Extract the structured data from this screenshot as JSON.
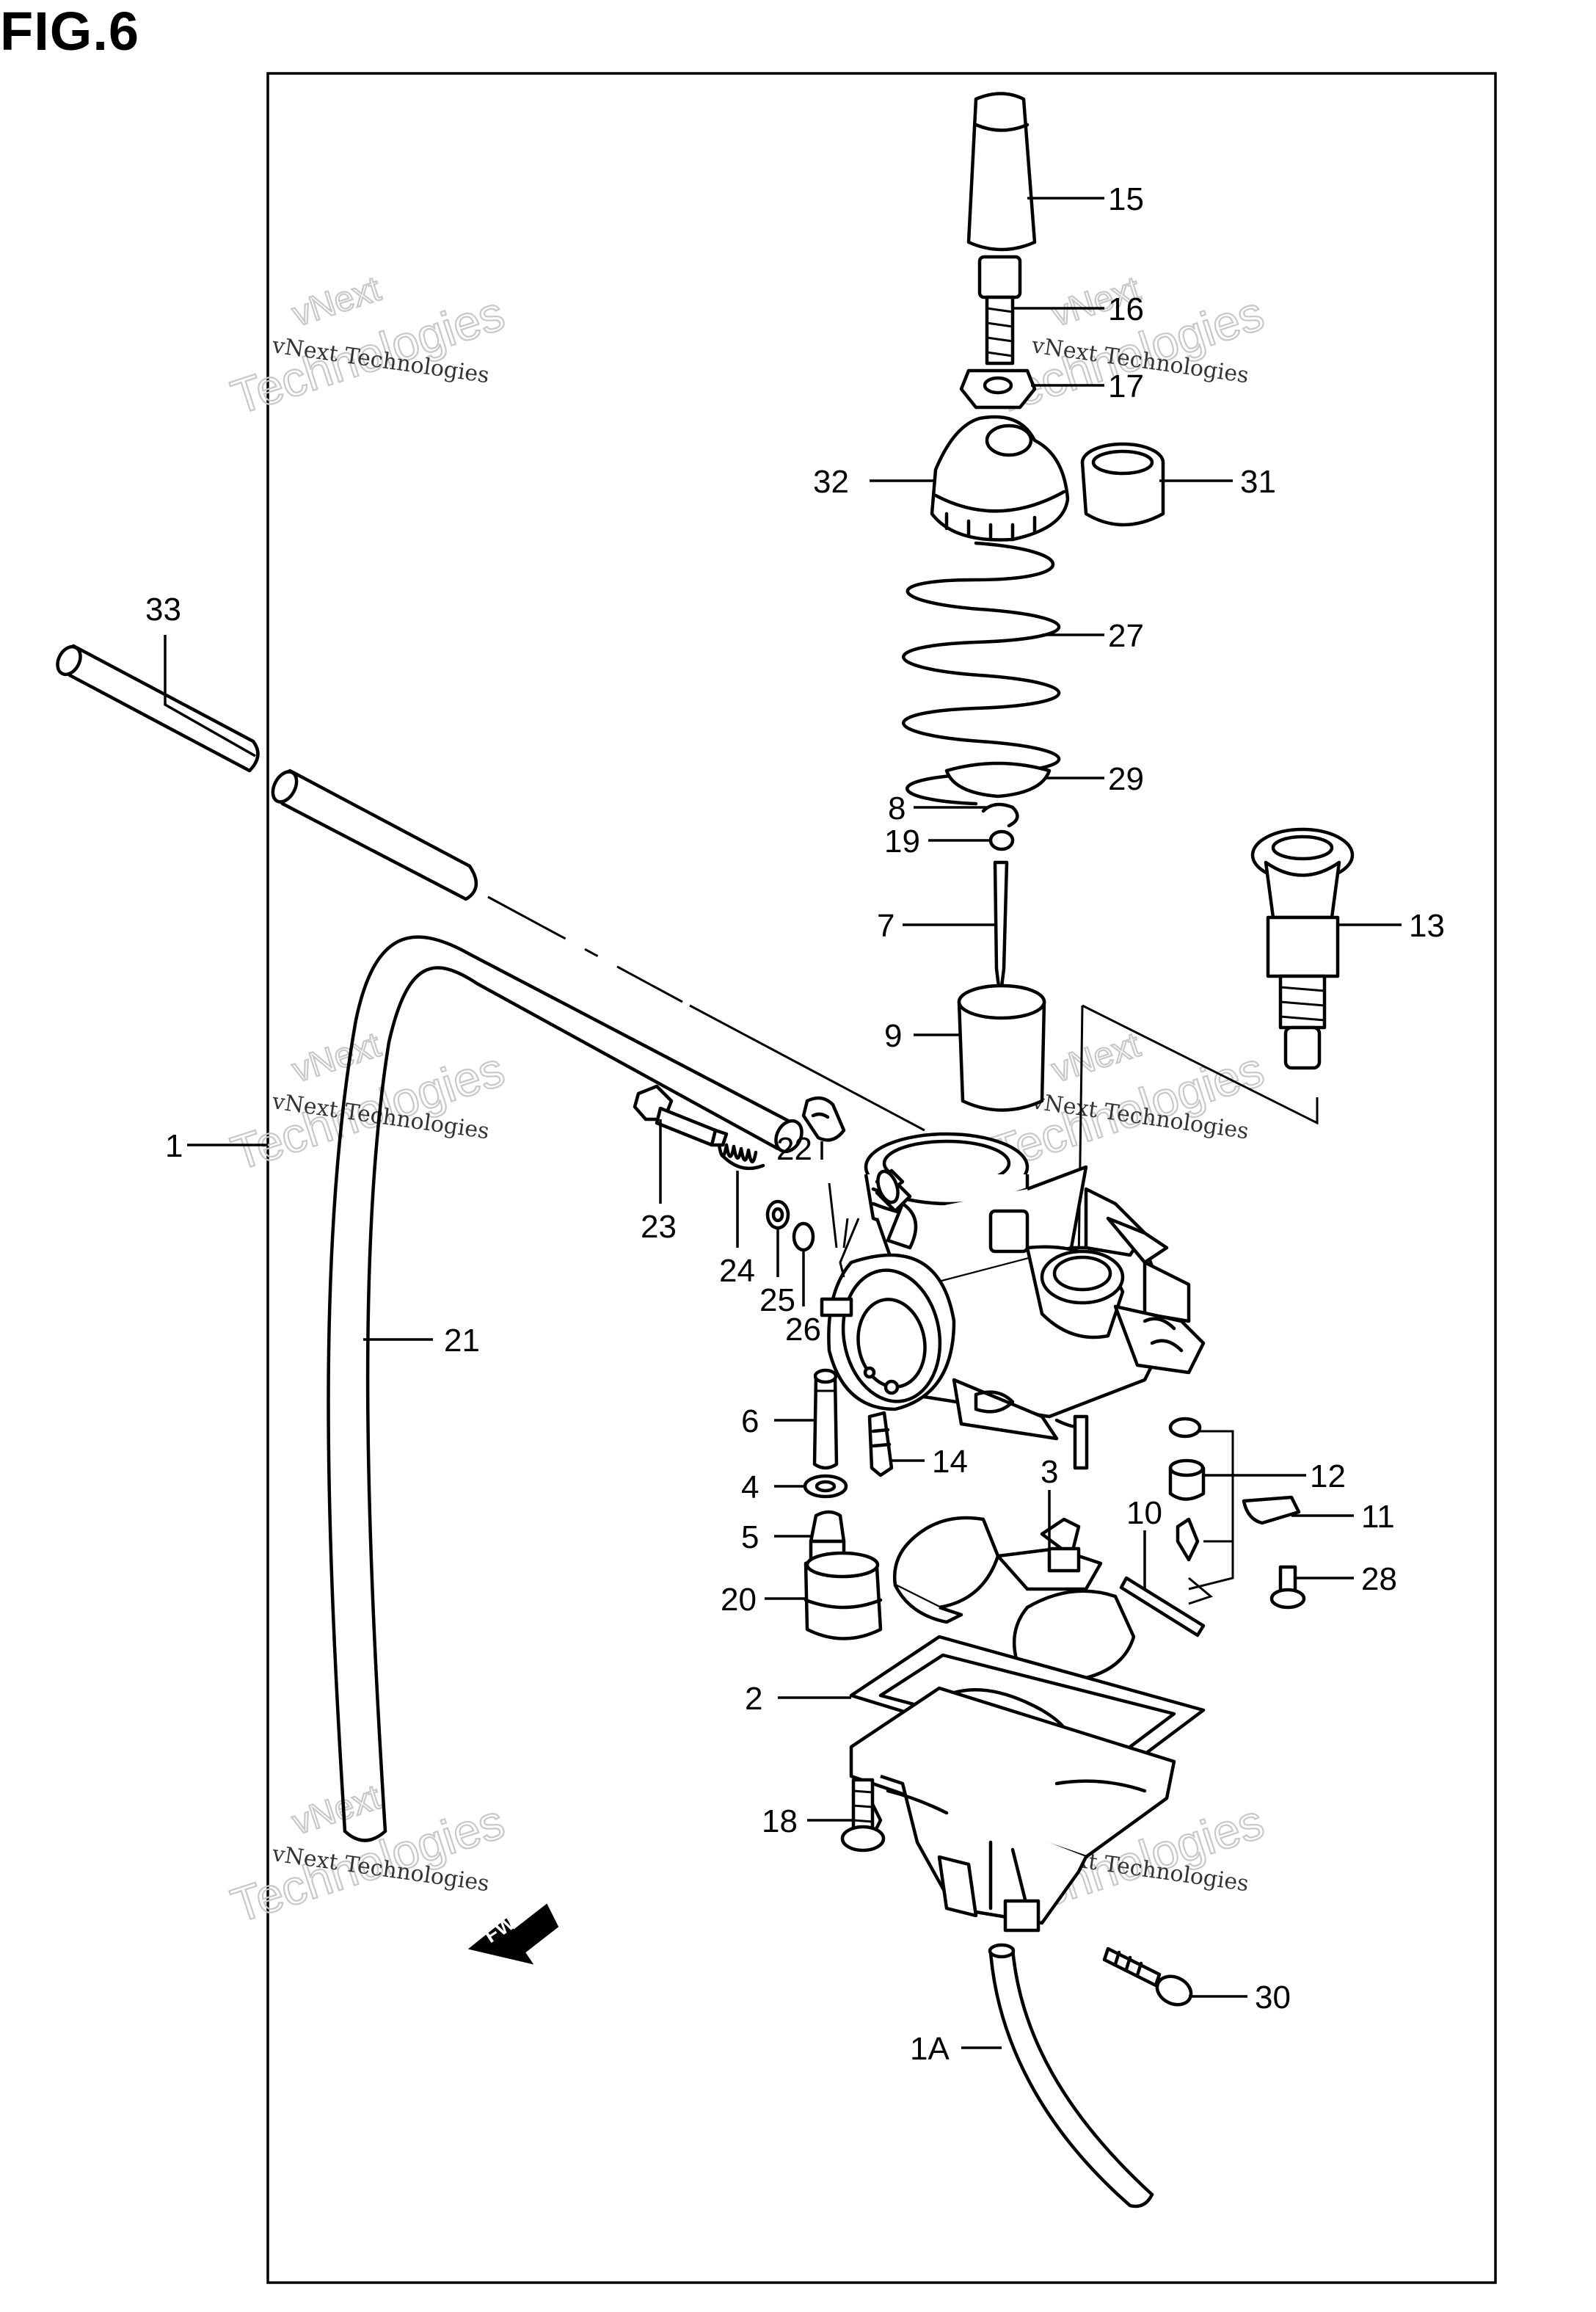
{
  "figure": {
    "title": "FIG.6"
  },
  "watermark": {
    "line1": "vNext Technologies",
    "word1": "vNext",
    "word2": "Technologies"
  },
  "direction_marker": {
    "label": "FWD",
    "icon": "forward-arrow-icon"
  },
  "callouts": {
    "c1": "1",
    "c1A": "1A",
    "c2": "2",
    "c3": "3",
    "c4": "4",
    "c5": "5",
    "c6": "6",
    "c7": "7",
    "c8": "8",
    "c9": "9",
    "c10": "10",
    "c11": "11",
    "c12": "12",
    "c13": "13",
    "c14": "14",
    "c15": "15",
    "c16": "16",
    "c17": "17",
    "c18": "18",
    "c19": "19",
    "c20": "20",
    "c21": "21",
    "c22": "22",
    "c23": "23",
    "c24": "24",
    "c25": "25",
    "c26": "26",
    "c27": "27",
    "c28": "28",
    "c29": "29",
    "c30": "30",
    "c31": "31",
    "c32": "32",
    "c33": "33"
  }
}
